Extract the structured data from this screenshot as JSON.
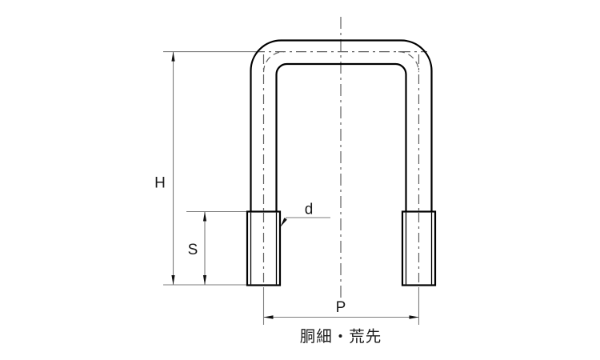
{
  "drawing": {
    "caption": "胴細・荒先",
    "dimensions": {
      "height_label": "H",
      "thread_length_label": "S",
      "diameter_label": "d",
      "pitch_label": "P"
    },
    "colors": {
      "background": "#ffffff",
      "outline": "#000000",
      "center_line": "#606060",
      "dimension_line": "#7d7d7d",
      "arrow": "#111111",
      "text": "#1a1a1a"
    }
  }
}
